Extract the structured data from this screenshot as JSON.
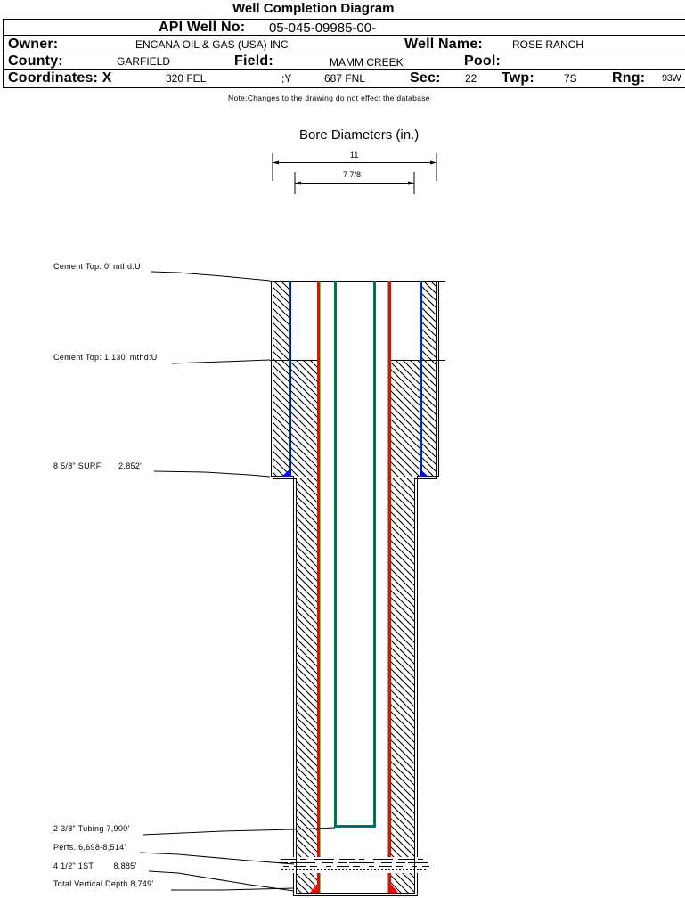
{
  "title": "Well Completion Diagram",
  "header": {
    "api_label": "API Well No:",
    "api_value": "05-045-09985-00-",
    "owner_label": "Owner:",
    "owner_value": "ENCANA OIL & GAS (USA) INC",
    "well_name_label": "Well Name:",
    "well_name_value": "ROSE RANCH",
    "county_label": "County:",
    "county_value": "GARFIELD",
    "field_label": "Field:",
    "field_value": "MAMM CREEK",
    "pool_label": "Pool:",
    "pool_value": "",
    "coord_x_label": "Coordinates: X",
    "coord_x_value": "320 FEL",
    "coord_y_label": ";Y",
    "coord_y_value": "687 FNL",
    "sec_label": "Sec:",
    "sec_value": "22",
    "twp_label": "Twp:",
    "twp_value": "7S",
    "rng_label": "Rng:",
    "rng_value": "93W"
  },
  "note": "Note:Changes to the drawing do not effect the database",
  "bore": {
    "title": "Bore Diameters (in.)",
    "diameters": [
      "11",
      "7 7/8"
    ]
  },
  "annotations": {
    "cement_top_surface": "Cement Top: 0' mthd:U",
    "cement_top_production": "Cement Top: 1,130' mthd:U",
    "surface_casing": "8 5/8\" SURF       2,852'",
    "tubing": "2 3/8\" Tubing 7,900'",
    "perfs": "Perfs. 6,698-8,514'",
    "production_casing": "4 1/2\" 1ST        8,885'",
    "total_depth": "Total Vertical Depth 8,749'"
  },
  "colors": {
    "surface_casing": "#0000ff",
    "production_casing": "#ff0000",
    "tubing": "#008040",
    "casing_edge": "#008000"
  }
}
